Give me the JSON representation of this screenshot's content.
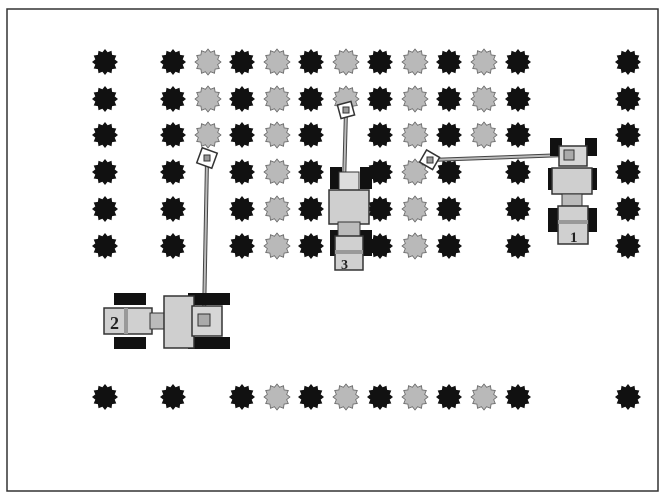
{
  "figure": {
    "robots": [
      {
        "id": "robot-1",
        "label": "1"
      },
      {
        "id": "robot-2",
        "label": "2"
      },
      {
        "id": "robot-3",
        "label": "3"
      }
    ],
    "colors": {
      "dark_star": "#111111",
      "light_star": "#b9b9b9",
      "robot_body": "#cfcfcf",
      "wheel": "#111111",
      "frame": "#333333"
    }
  }
}
